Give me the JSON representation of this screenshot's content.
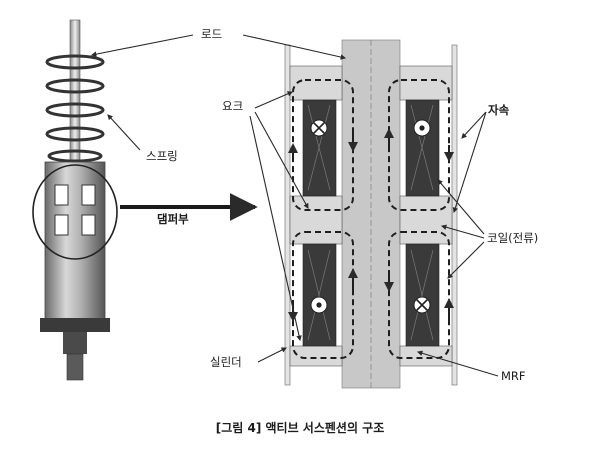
{
  "labels": {
    "rod": "로드",
    "spring": "스프링",
    "damper": "댐퍼부",
    "yoke": "요크",
    "magnet": "자속",
    "coil": "코일(전류)",
    "cylinder": "실린더",
    "mrf": "MRF"
  },
  "caption": "[그림 4] 액티브 서스펜션의 구조"
}
